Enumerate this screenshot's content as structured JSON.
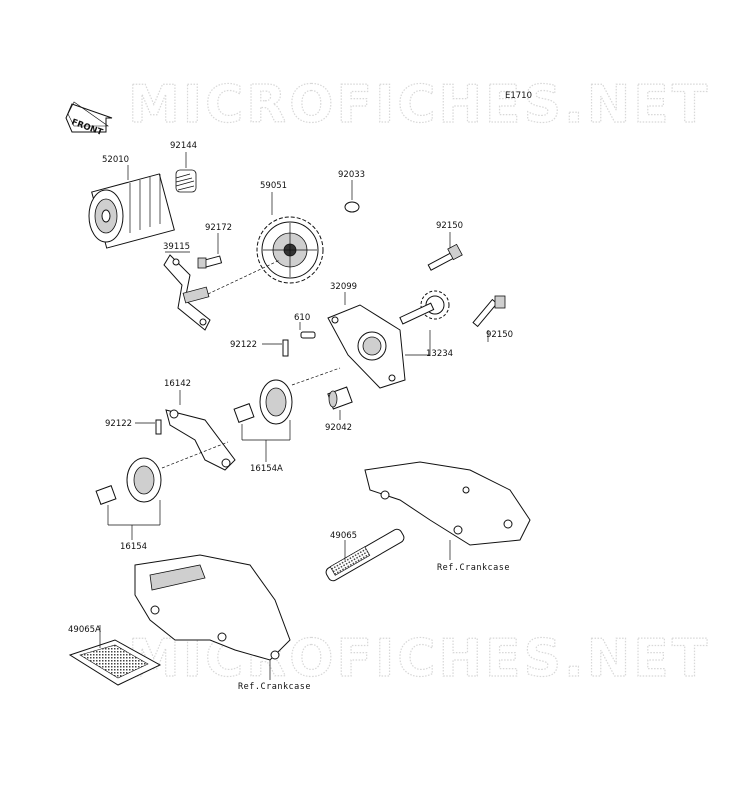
{
  "diagram": {
    "code": "E1710",
    "watermark": "MICROFICHES.NET",
    "front_label": "FRONT",
    "labels": {
      "p52010": "52010",
      "p92144": "92144",
      "p59051": "59051",
      "p92033": "92033",
      "p92172": "92172",
      "p39115": "39115",
      "p92150a": "92150",
      "p32099": "32099",
      "p610": "610",
      "p92150b": "92150",
      "p92122a": "92122",
      "p13234": "13234",
      "p16142": "16142",
      "p92122b": "92122",
      "p92042": "92042",
      "p16154A": "16154A",
      "p16154": "16154",
      "p49065": "49065",
      "p49065A": "49065A",
      "ref1": "Ref.Crankcase",
      "ref2": "Ref.Crankcase"
    }
  }
}
